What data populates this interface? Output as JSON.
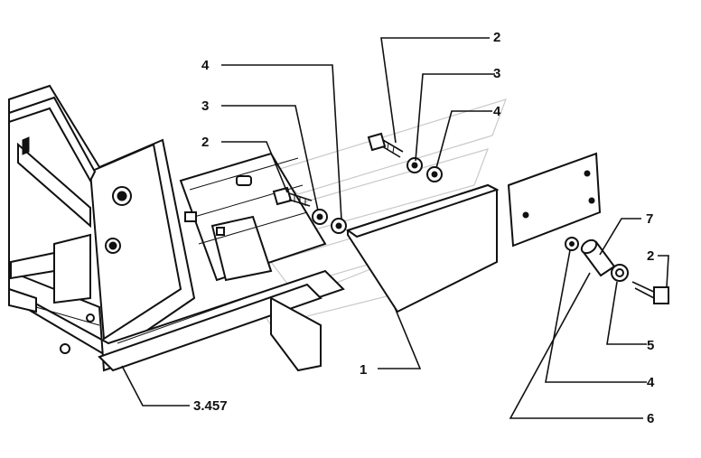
{
  "callouts": {
    "top_2": "2",
    "top_3": "3",
    "top_4": "4",
    "left_4": "4",
    "left_3": "3",
    "left_2": "2",
    "right_7": "7",
    "right_2": "2",
    "right_5": "5",
    "right_4": "4",
    "right_6": "6",
    "bottom_1": "1",
    "ref_3457": "3.457"
  }
}
